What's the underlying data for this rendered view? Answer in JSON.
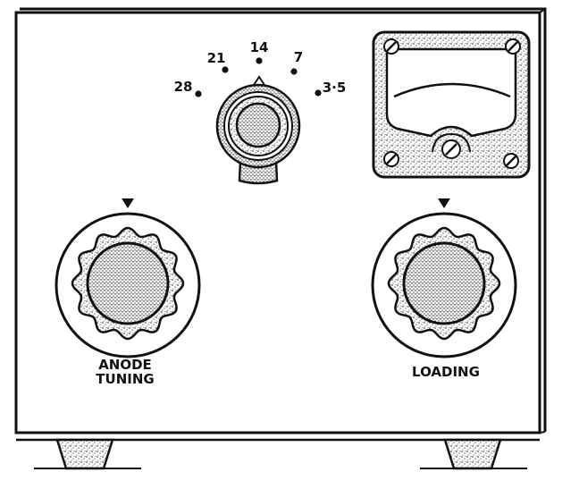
{
  "band_switch": {
    "bands": [
      "28",
      "21",
      "14",
      "7",
      "3·5"
    ]
  },
  "controls": {
    "left_knob_label_line1": "ANODE",
    "left_knob_label_line2": "TUNING",
    "right_knob_label": "LOADING"
  },
  "icons": {
    "pointer": "triangle-down-icon",
    "screw": "slotted-screw-icon"
  },
  "colors": {
    "ink": "#111111",
    "panel": "#ffffff"
  }
}
